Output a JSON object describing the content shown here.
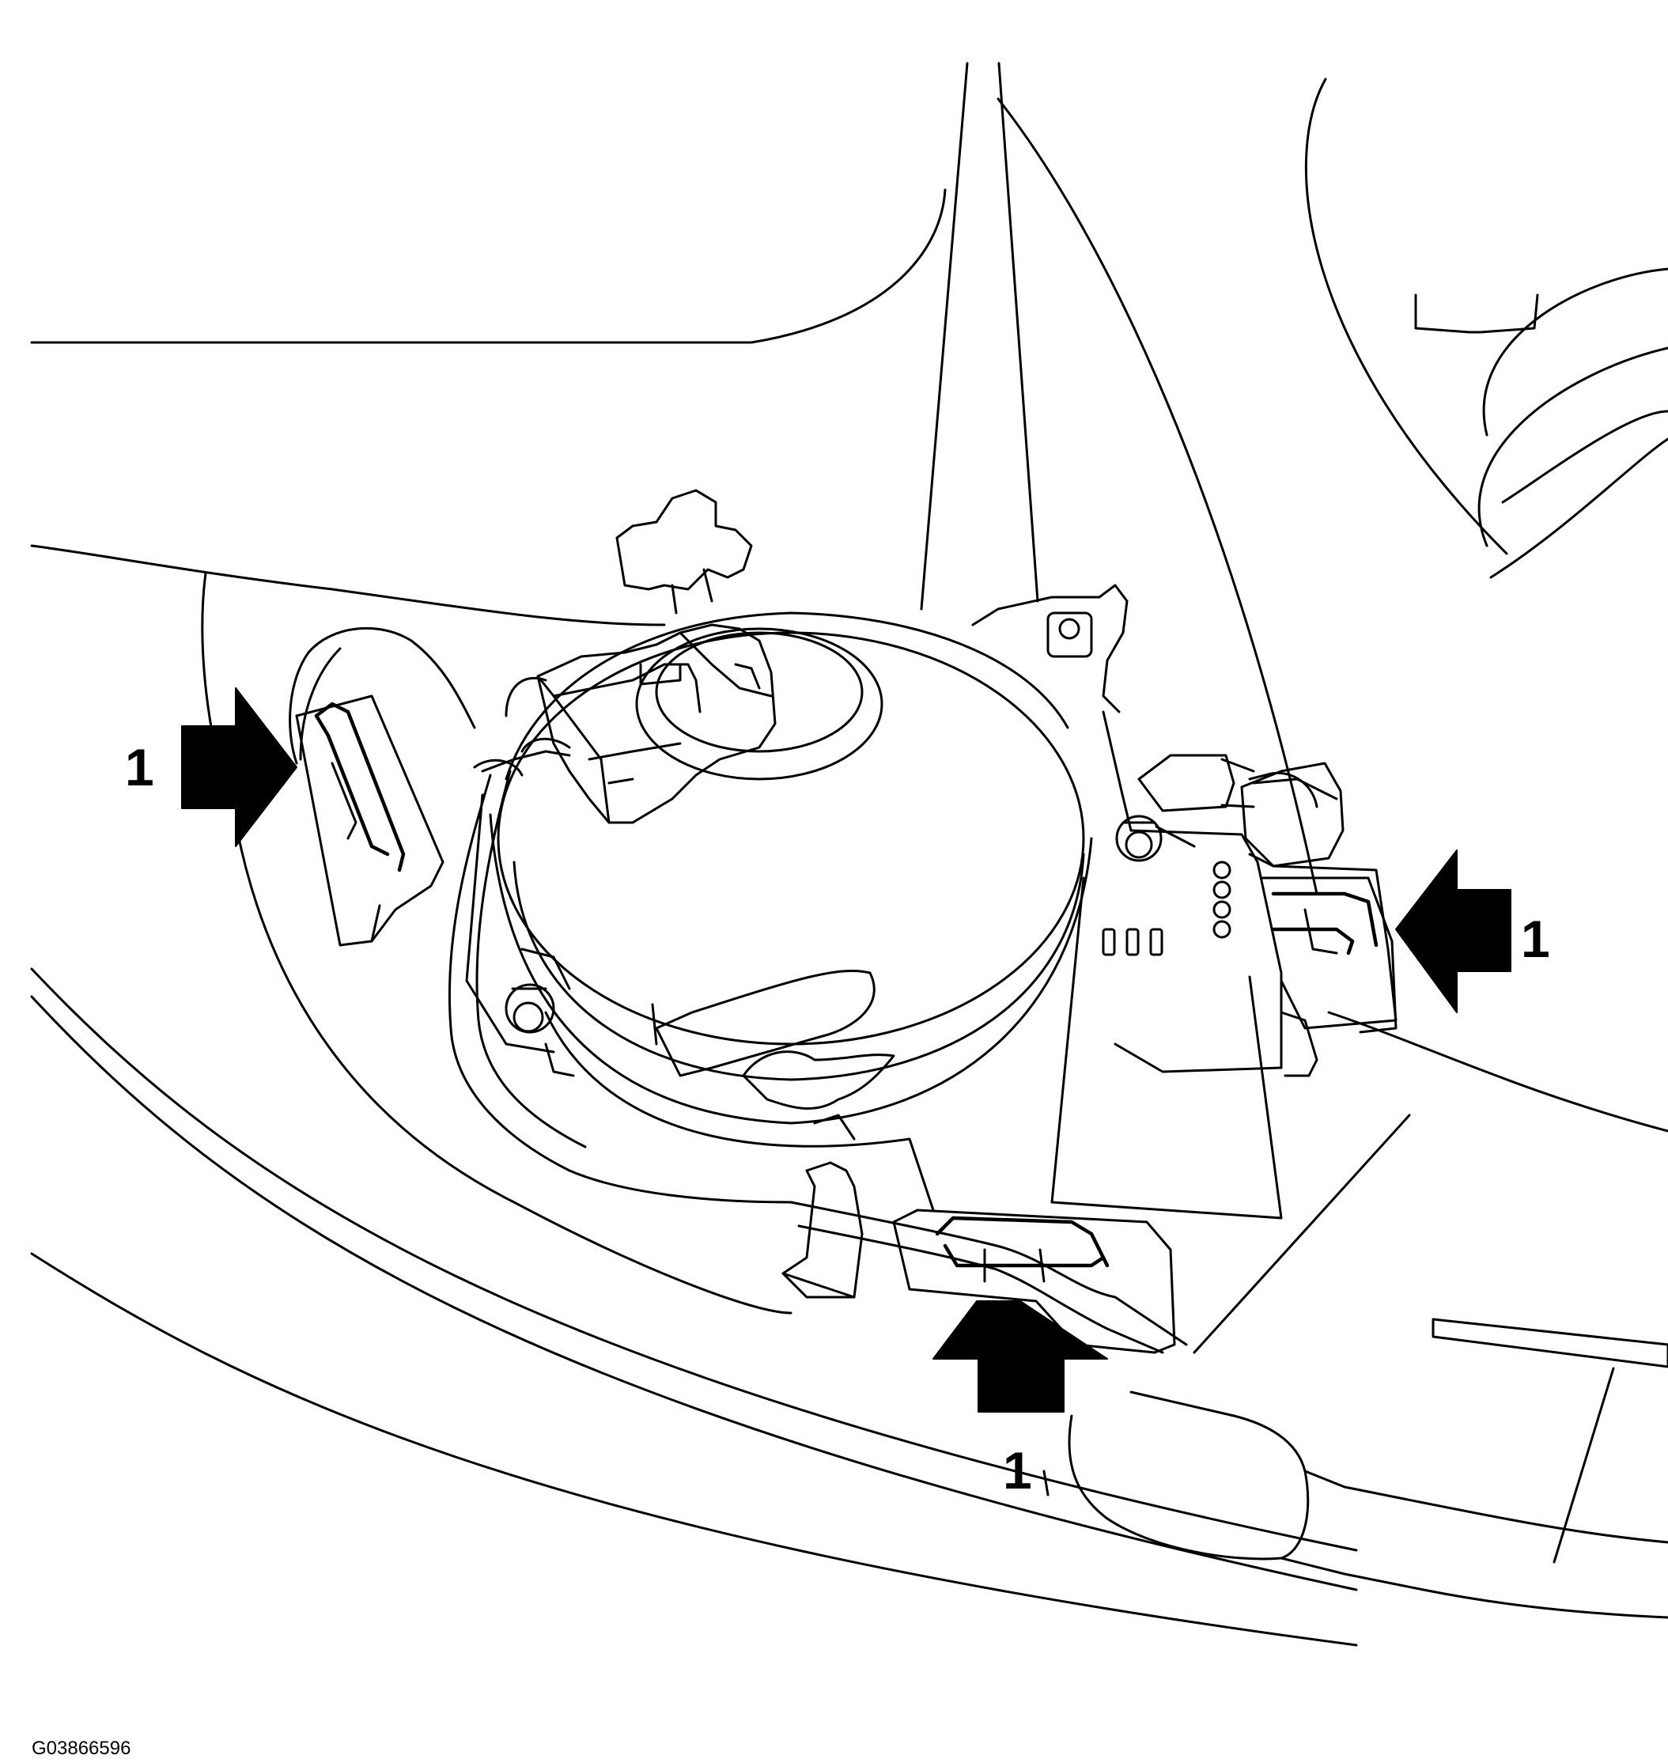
{
  "figure_id": "G03866596",
  "callouts": [
    {
      "label": "1",
      "direction": "right"
    },
    {
      "label": "1",
      "direction": "left"
    },
    {
      "label": "1",
      "direction": "up"
    }
  ]
}
